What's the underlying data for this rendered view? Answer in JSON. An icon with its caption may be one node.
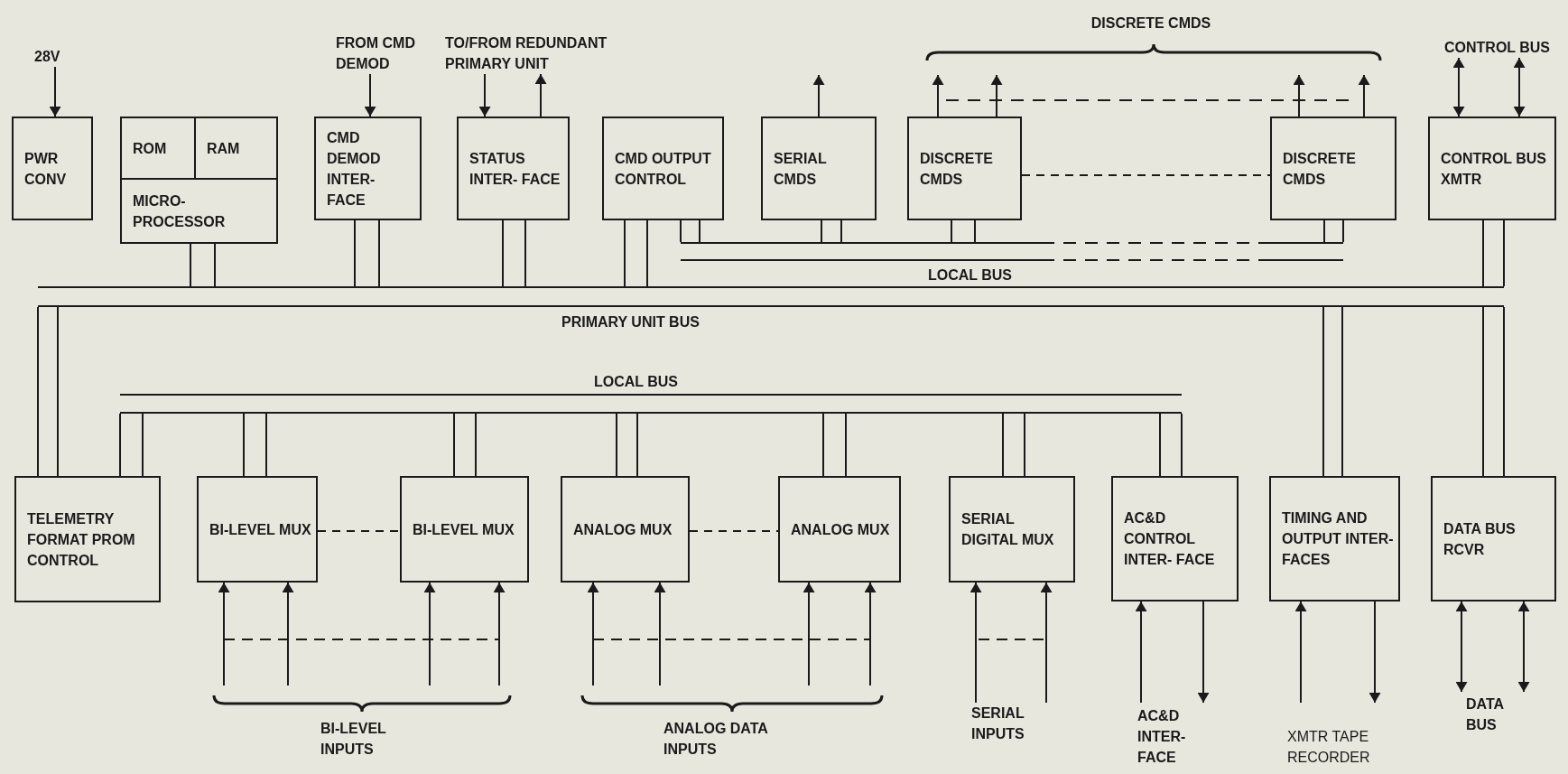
{
  "diagram": {
    "nodes": [
      {
        "text": [
          "28V"
        ]
      },
      {
        "text": [
          "FROM CMD DEMOD"
        ]
      },
      {
        "text": [
          "TO/FROM REDUNDANT PRIMARY UNIT"
        ]
      },
      {
        "text": [
          "CONTROL BUS"
        ]
      },
      {
        "text": [
          "PWR CONV"
        ]
      },
      {
        "text": [],
        "shape": "box"
      },
      {
        "text": [
          "ROM"
        ],
        "in": 5
      },
      {
        "text": [
          "RAM"
        ],
        "in": 5
      },
      {
        "text": [
          "MICRO- PROCESSOR"
        ],
        "in": 5
      },
      {
        "text": [
          "CMD DEMOD INTER- FACE"
        ]
      },
      {
        "text": [
          "STATUS INTER- FACE"
        ]
      },
      {
        "text": [
          "CMD OUTPUT CONTROL"
        ]
      },
      {
        "text": [
          "SERIAL CMDS"
        ]
      },
      {
        "text": [
          "DISCRETE CMDS"
        ]
      },
      {
        "text": [
          "DISCRETE CMDS"
        ]
      },
      {
        "text": [
          "CONTROL BUS XMTR"
        ]
      },
      {
        "text": [
          "LOCAL BUS"
        ]
      },
      {
        "text": [
          "PRIMARY UNIT BUS"
        ]
      },
      {
        "text": [
          "LOCAL BUS"
        ]
      },
      {
        "text": [
          "TELEMETRY FORMAT PROM CONTROL"
        ]
      },
      {
        "text": [
          "BI-LEVEL MUX"
        ]
      },
      {
        "text": [
          "BI-LEVEL MUX"
        ]
      },
      {
        "text": [
          "ANALOG MUX"
        ]
      },
      {
        "text": [
          "ANALOG MUX"
        ]
      },
      {
        "text": [
          "SERIAL DIGITAL MUX"
        ]
      },
      {
        "text": [
          "AC&D CONTROL INTER- FACE"
        ]
      },
      {
        "text": [
          "TIMING AND OUTPUT INTER- FACES"
        ]
      },
      {
        "text": [
          "DATA BUS RCVR"
        ]
      },
      {
        "text": [
          "SERIAL INPUTS"
        ]
      },
      {
        "text": [
          "AC&D INTER- FACE"
        ]
      },
      {
        "text": [
          "XMTR TAPE RECORDER"
        ]
      },
      {
        "text": [
          "DATA BUS"
        ]
      }
    ],
    "edges": [
      {
        "from": 0,
        "to": 4,
        "arrow": "to"
      },
      {
        "from": 1,
        "to": 9,
        "arrow": "to"
      },
      {
        "from": 2,
        "to": 10,
        "arrow": "to"
      },
      {
        "from": 10,
        "to": 2,
        "arrow": "to"
      },
      {
        "from": 3,
        "to": 15,
        "arrow": "both"
      },
      {
        "from": 3,
        "to": 15,
        "arrow": "both"
      },
      {
        "from": 12,
        "to": null,
        "arrow": "to"
      },
      {
        "from": 13,
        "to": null,
        "arrow": "to"
      },
      {
        "from": 13,
        "to": null,
        "arrow": "to"
      },
      {
        "from": 14,
        "to": null,
        "arrow": "to"
      },
      {
        "from": 14,
        "to": null,
        "arrow": "to"
      },
      {
        "from": 13,
        "to": 14,
        "arrow": "none",
        "style": "dashed"
      },
      {
        "from": 8,
        "to": 17,
        "arrow": "none"
      },
      {
        "from": 9,
        "to": 17,
        "arrow": "none"
      },
      {
        "from": 10,
        "to": 17,
        "arrow": "none"
      },
      {
        "from": 11,
        "to": 17,
        "arrow": "none"
      },
      {
        "from": 11,
        "to": 16,
        "arrow": "none"
      },
      {
        "from": 12,
        "to": 16,
        "arrow": "none"
      },
      {
        "from": 13,
        "to": 16,
        "arrow": "none"
      },
      {
        "from": 14,
        "to": 16,
        "arrow": "none"
      },
      {
        "from": 15,
        "to": 17,
        "arrow": "none"
      },
      {
        "from": 19,
        "to": 17,
        "arrow": "none"
      },
      {
        "from": 26,
        "to": 17,
        "arrow": "none"
      },
      {
        "from": 27,
        "to": 17,
        "arrow": "none"
      },
      {
        "from": 19,
        "to": 18,
        "arrow": "none"
      },
      {
        "from": 20,
        "to": 18,
        "arrow": "none"
      },
      {
        "from": 21,
        "to": 18,
        "arrow": "none"
      },
      {
        "from": 22,
        "to": 18,
        "arrow": "none"
      },
      {
        "from": 23,
        "to": 18,
        "arrow": "none"
      },
      {
        "from": 24,
        "to": 18,
        "arrow": "none"
      },
      {
        "from": 25,
        "to": 18,
        "arrow": "none"
      },
      {
        "from": 20,
        "to": 21,
        "arrow": "none",
        "style": "dashed"
      },
      {
        "from": 22,
        "to": 23,
        "arrow": "none",
        "style": "dashed"
      },
      {
        "from": null,
        "to": 20,
        "arrow": "to"
      },
      {
        "from": null,
        "to": 20,
        "arrow": "to"
      },
      {
        "from": null,
        "to": 21,
        "arrow": "to"
      },
      {
        "from": null,
        "to": 21,
        "arrow": "to"
      },
      {
        "from": null,
        "to": 22,
        "arrow": "to"
      },
      {
        "from": null,
        "to": 22,
        "arrow": "to"
      },
      {
        "from": null,
        "to": 23,
        "arrow": "to"
      },
      {
        "from": null,
        "to": 23,
        "arrow": "to"
      },
      {
        "from": 28,
        "to": 24,
        "arrow": "to"
      },
      {
        "from": 28,
        "to": 24,
        "arrow": "to"
      },
      {
        "from": 29,
        "to": 25,
        "arrow": "to"
      },
      {
        "from": 25,
        "to": 29,
        "arrow": "to"
      },
      {
        "from": 30,
        "to": 26,
        "arrow": "to"
      },
      {
        "from": 26,
        "to": 30,
        "arrow": "to"
      },
      {
        "from": 31,
        "to": 27,
        "arrow": "both"
      },
      {
        "from": 31,
        "to": 27,
        "arrow": "both"
      }
    ],
    "labels": [
      "DISCRETE CMDS",
      "BI-LEVEL INPUTS",
      "ANALOG DATA INPUTS"
    ]
  }
}
